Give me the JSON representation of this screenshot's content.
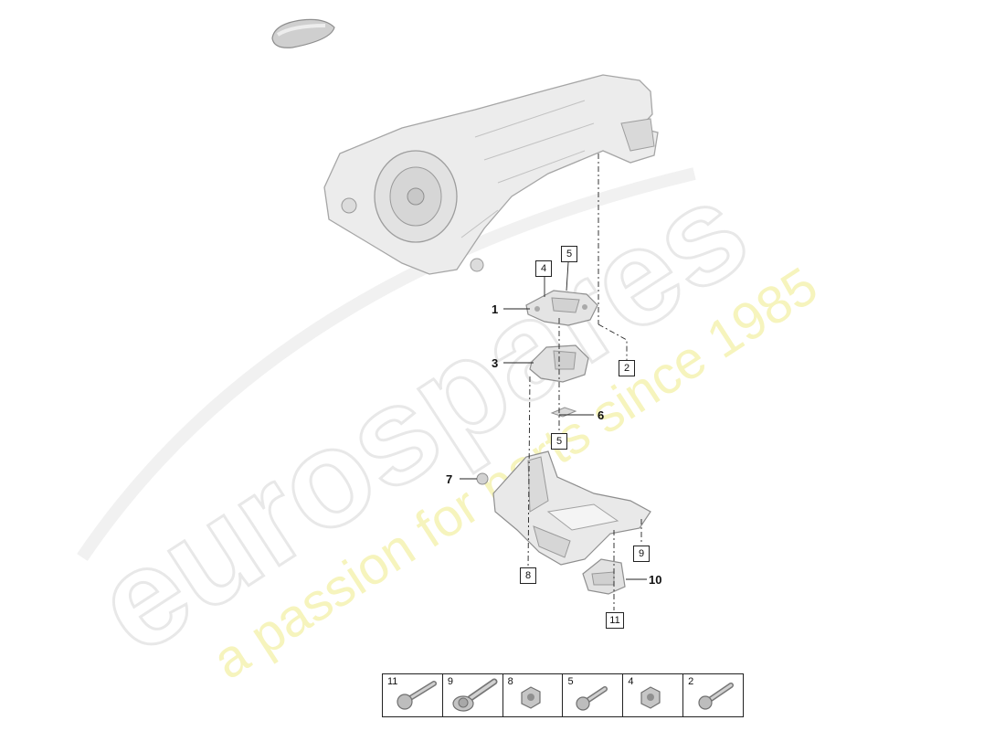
{
  "watermark": {
    "brand": "eurospares",
    "tagline": "a passion for parts since 1985"
  },
  "callouts": {
    "c1": "1",
    "c2": "2",
    "c3": "3",
    "c4": "4",
    "c5a": "5",
    "c5b": "5",
    "c6": "6",
    "c7": "7",
    "c8": "8",
    "c9": "9",
    "c10": "10",
    "c11": "11"
  },
  "legend": [
    {
      "number": "11",
      "part": "bolt-long-icon"
    },
    {
      "number": "9",
      "part": "bolt-flange-icon"
    },
    {
      "number": "8",
      "part": "nut-icon"
    },
    {
      "number": "5",
      "part": "bolt-short-icon"
    },
    {
      "number": "4",
      "part": "nut-icon"
    },
    {
      "number": "2",
      "part": "bolt-short-icon"
    }
  ],
  "colors": {
    "part_fill": "#e6e6e6",
    "part_stroke": "#9a9a9a",
    "watermark_gray": "#eeeeee",
    "watermark_yellow": "#f4f2b0"
  }
}
